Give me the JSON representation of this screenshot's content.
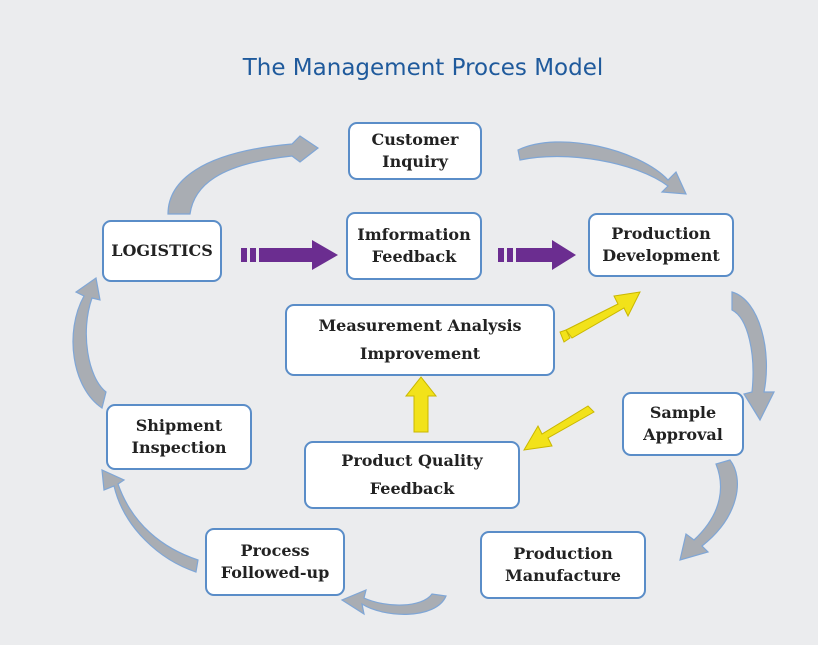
{
  "title": "The Management Proces Model",
  "nodes": {
    "customer_inquiry": [
      "Customer",
      "Inquiry"
    ],
    "logistics": [
      "LOGISTICS"
    ],
    "information_feedback": [
      "Imformation",
      "Feedback"
    ],
    "production_development": [
      "Production",
      "Development"
    ],
    "measurement_analysis": [
      "Measurement Analysis",
      "Improvement"
    ],
    "shipment_inspection": [
      "Shipment",
      "Inspection"
    ],
    "sample_approval": [
      "Sample",
      "Approval"
    ],
    "product_quality_feedback": [
      "Product Quality",
      "Feedback"
    ],
    "process_followed_up": [
      "Process",
      "Followed-up"
    ],
    "production_manufacture": [
      "Production",
      "Manufacture"
    ]
  },
  "colors": {
    "title": "#1f5a9c",
    "box_border": "#5a8dc8",
    "purple_arrow": "#6b2d90",
    "yellow_arrow": "#f2e21a",
    "gray_arrow": "#a9adb3",
    "outline_arrow": "#7fa6d6"
  }
}
